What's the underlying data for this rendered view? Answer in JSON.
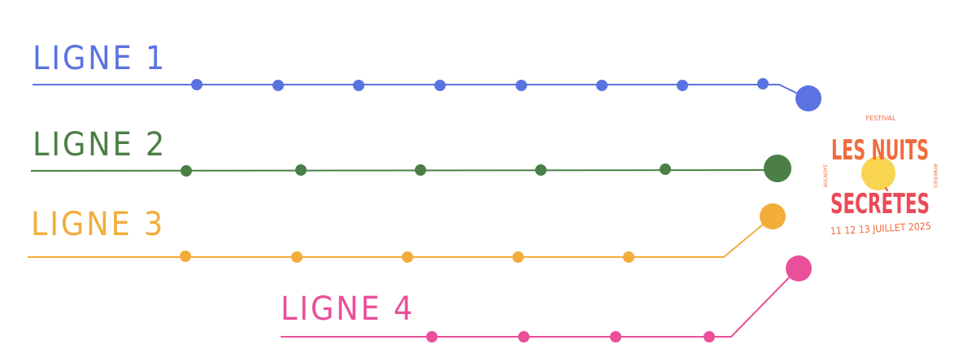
{
  "lines": [
    {
      "id": "ligne-1",
      "label": "LIGNE 1",
      "color": "#5b73e0",
      "stops": 8
    },
    {
      "id": "ligne-2",
      "label": "LIGNE 2",
      "color": "#4b7f45",
      "stops": 5
    },
    {
      "id": "ligne-3",
      "label": "LIGNE 3",
      "color": "#f2ad3a",
      "stops": 5
    },
    {
      "id": "ligne-4",
      "label": "LIGNE 4",
      "color": "#ea4f9a",
      "stops": 4
    }
  ],
  "logo": {
    "top_text": "FESTIVAL",
    "title_line_1": "LES NUITS",
    "title_line_2": "SECRÈTES",
    "left_side_text": "AULNOYE",
    "right_side_text": "AYMERIES",
    "dates": "11 12 13 JUILLET 2025",
    "colors": {
      "orange": "#f26a3c",
      "red": "#ea4a57",
      "sun": "#f8d451"
    }
  }
}
